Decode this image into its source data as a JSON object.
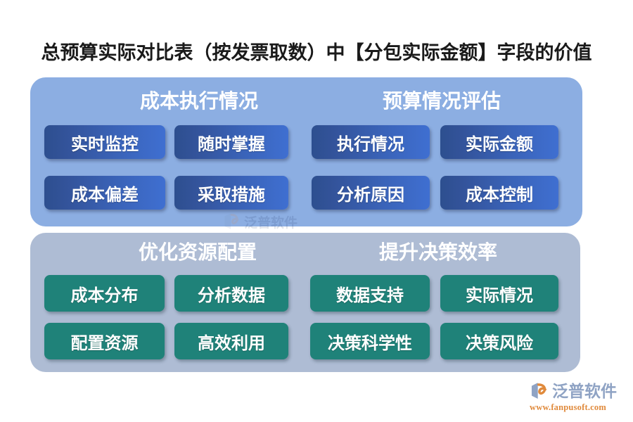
{
  "page": {
    "title": "总预算实际对比表（按发票取数）中【分包实际金额】字段的价值",
    "background": "#ffffff"
  },
  "colors": {
    "panel_blue": "#8caee2",
    "panel_steel": "#aebcd4",
    "button_blue_from": "#2d4f8f",
    "button_blue_to": "#3f6fd1",
    "button_teal": "#1f8279",
    "title_text": "#1a1a1a",
    "heading_text": "#ffffff",
    "logo_name": "#8fa3c4",
    "logo_url": "#e08a3c"
  },
  "panels": [
    {
      "id": "cost-execution-panel",
      "style": "blue",
      "groups": [
        {
          "id": "cost-execution",
          "heading": "成本执行情况",
          "buttons": [
            {
              "label": "实时监控"
            },
            {
              "label": "随时掌握"
            },
            {
              "label": "成本偏差"
            },
            {
              "label": "采取措施"
            }
          ]
        },
        {
          "id": "budget-assessment",
          "heading": "预算情况评估",
          "buttons": [
            {
              "label": "执行情况"
            },
            {
              "label": "实际金额"
            },
            {
              "label": "分析原因"
            },
            {
              "label": "成本控制"
            }
          ]
        }
      ]
    },
    {
      "id": "resource-decision-panel",
      "style": "steel",
      "groups": [
        {
          "id": "optimize-resources",
          "heading": "优化资源配置",
          "buttons": [
            {
              "label": "成本分布"
            },
            {
              "label": "分析数据"
            },
            {
              "label": "配置资源"
            },
            {
              "label": "高效利用"
            }
          ]
        },
        {
          "id": "decision-efficiency",
          "heading": "提升决策效率",
          "buttons": [
            {
              "label": "数据支持"
            },
            {
              "label": "实际情况"
            },
            {
              "label": "决策科学性"
            },
            {
              "label": "决策风险"
            }
          ]
        }
      ]
    }
  ],
  "watermark": {
    "text": "泛普软件"
  },
  "logo": {
    "name": "泛普软件",
    "url": "www.fanpusoft.com",
    "mark_icon": "fanpu-swoosh-icon"
  }
}
